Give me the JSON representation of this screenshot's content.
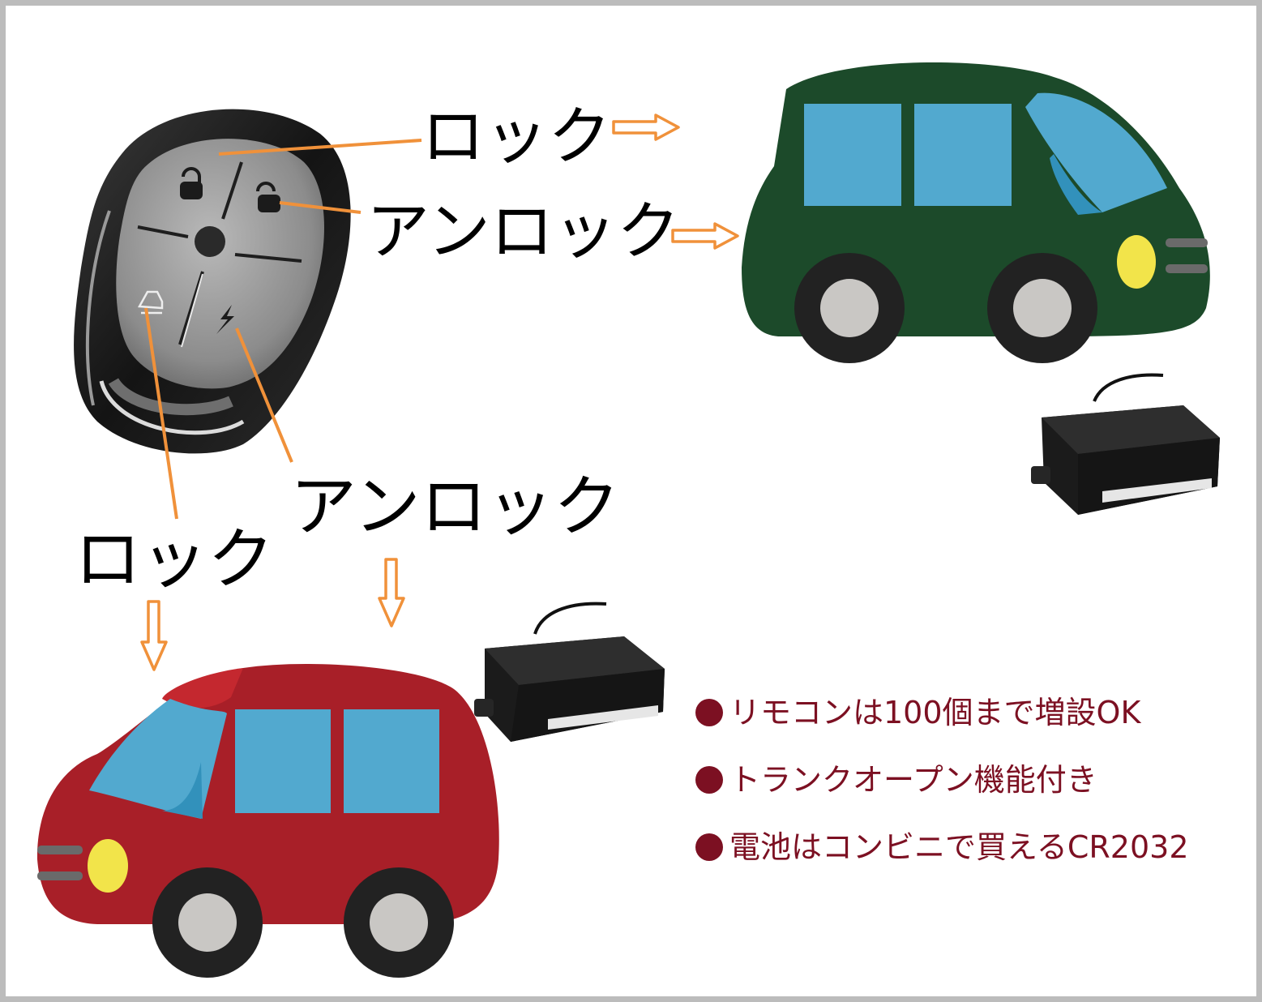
{
  "labels": {
    "lock_top": "ロック",
    "unlock_top": "アンロック",
    "lock_bottom": "ロック",
    "unlock_bottom": "アンロック"
  },
  "features": [
    "リモコンは100個まで増設OK",
    "トランクオープン機能付き",
    "電池はコンビニで買えるCR2032"
  ],
  "colors": {
    "arrow": "#f0913a",
    "green_car": "#1c4a2a",
    "red_car": "#a81f28",
    "window": "#52a9cf",
    "feature_text": "#7c1022",
    "bullet": "#7c1022"
  },
  "icons": {
    "remote": "car-key-remote-icon",
    "receiver": "receiver-module-icon",
    "green_car": "green-car-icon",
    "red_car": "red-car-icon"
  }
}
